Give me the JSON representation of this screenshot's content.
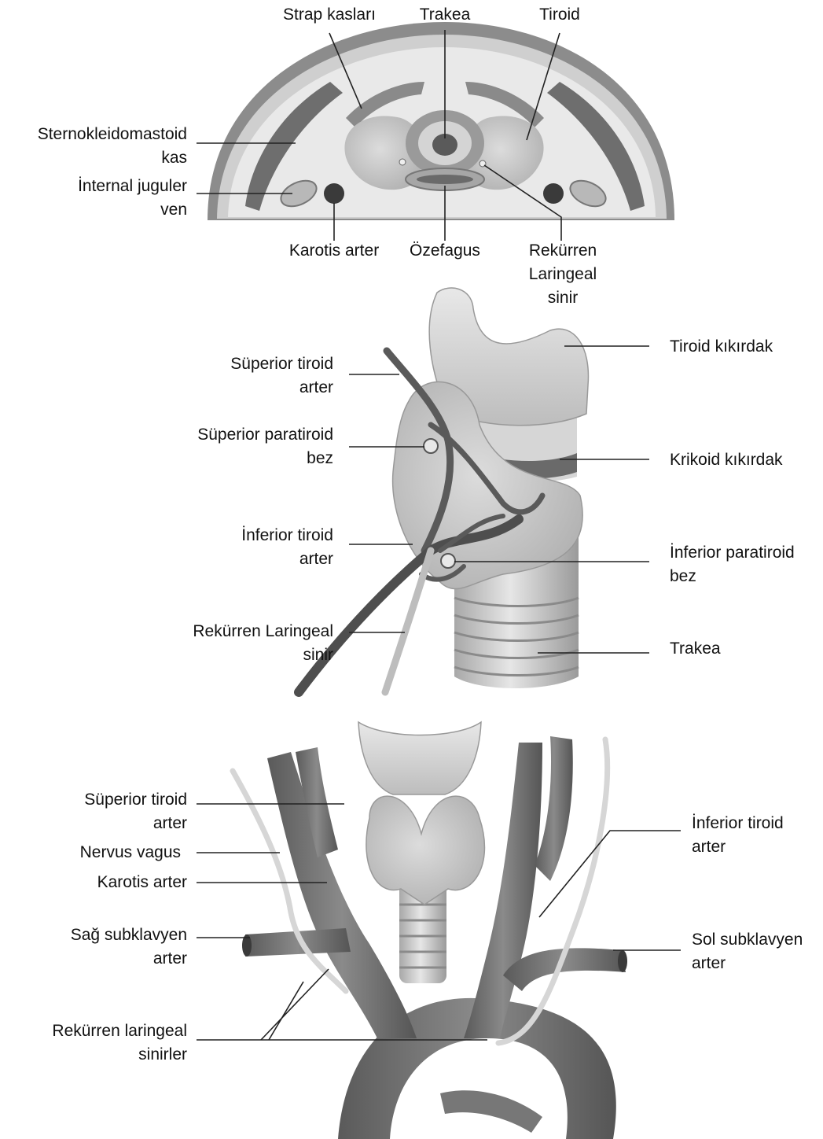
{
  "panel_cross_section": {
    "labels": {
      "strap": "Strap kasları",
      "trachea": "Trakea",
      "thyroid": "Tiroid",
      "scm_1": "Sternokleidomastoid",
      "scm_2": "kas",
      "ijv_1": "İnternal juguler",
      "ijv_2": "ven",
      "carotid": "Karotis arter",
      "esophagus": "Özefagus",
      "rln_1": "Rekürren",
      "rln_2": "Laringeal",
      "rln_3": "sinir"
    }
  },
  "panel_lateral": {
    "labels": {
      "sup_thyroid_artery_1": "Süperior tiroid",
      "sup_thyroid_artery_2": "arter",
      "sup_parathyroid_1": "Süperior paratiroid",
      "sup_parathyroid_2": "bez",
      "inf_thyroid_artery_1": "İnferior tiroid",
      "inf_thyroid_artery_2": "arter",
      "rln_1": "Rekürren Laringeal",
      "rln_2": "sinir",
      "thyroid_cartilage": "Tiroid kıkırdak",
      "cricoid_cartilage": "Krikoid kıkırdak",
      "inf_parathyroid_1": "İnferior paratiroid",
      "inf_parathyroid_2": "bez",
      "trachea": "Trakea"
    }
  },
  "panel_anterior": {
    "labels": {
      "sup_thyroid_artery_1": "Süperior tiroid",
      "sup_thyroid_artery_2": "arter",
      "vagus": "Nervus vagus",
      "carotid": "Karotis arter",
      "right_subclavian_1": "Sağ subklavyen",
      "right_subclavian_2": "arter",
      "rln_1": "Rekürren laringeal",
      "rln_2": "sinirler",
      "inf_thyroid_artery_1": "İnferior tiroid",
      "inf_thyroid_artery_2": "arter",
      "left_subclavian_1": "Sol subklavyen",
      "left_subclavian_2": "arter"
    }
  }
}
